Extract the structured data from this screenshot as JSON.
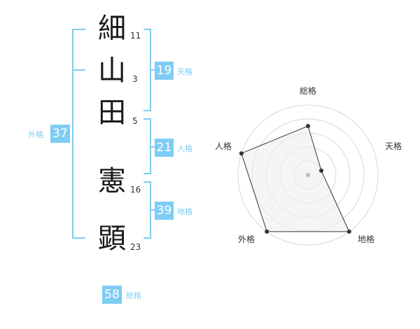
{
  "name": {
    "characters": [
      {
        "char": "細",
        "strokes": "11"
      },
      {
        "char": "山",
        "strokes": "3"
      },
      {
        "char": "田",
        "strokes": "5"
      },
      {
        "char": "憲",
        "strokes": "16"
      },
      {
        "char": "顕",
        "strokes": "23"
      }
    ]
  },
  "fortunes": {
    "tenkaku": {
      "value": "19",
      "label": "天格"
    },
    "jinkaku": {
      "value": "21",
      "label": "人格"
    },
    "chikaku": {
      "value": "39",
      "label": "地格"
    },
    "gaikaku": {
      "value": "37",
      "label": "外格"
    },
    "soukaku": {
      "value": "58",
      "label": "総格"
    }
  },
  "colors": {
    "accent": "#7fccf4",
    "text": "#333333",
    "radar_fill": "#eeeeee",
    "radar_line": "#333333"
  },
  "chart_data": {
    "type": "radar",
    "axes": [
      "総格",
      "天格",
      "地格",
      "外格",
      "人格"
    ],
    "values": [
      0.7,
      0.2,
      1.0,
      1.0,
      1.0
    ],
    "rings": 5,
    "range": [
      0,
      1
    ]
  }
}
